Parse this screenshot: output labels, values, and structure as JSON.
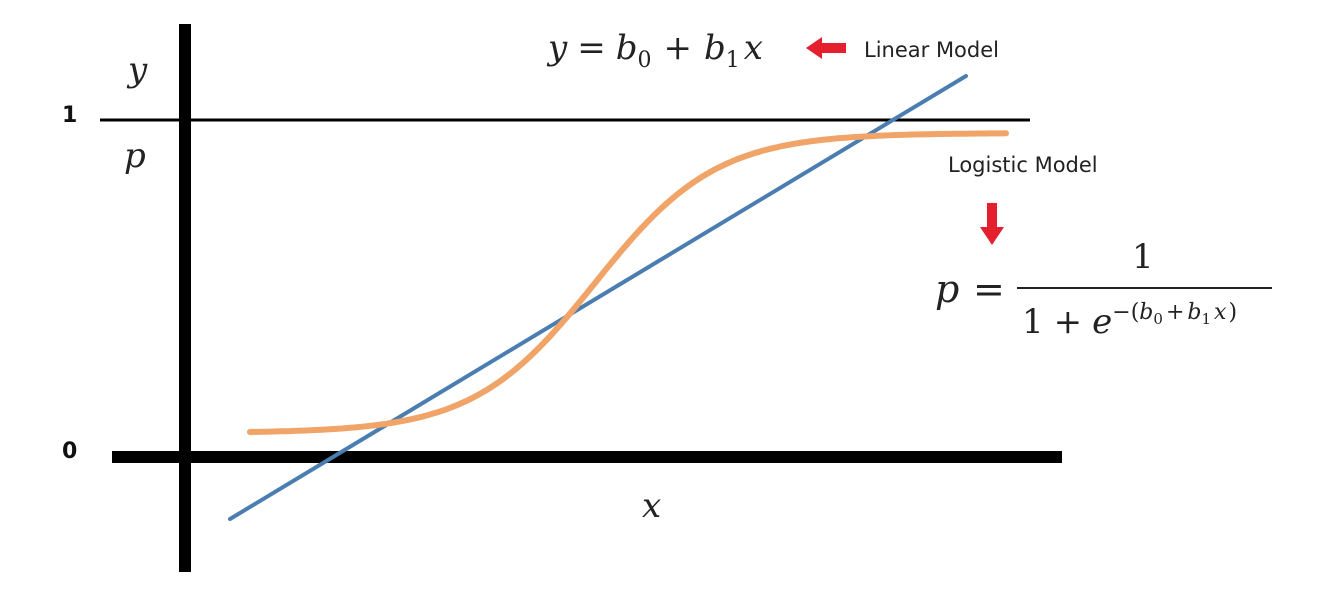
{
  "labels": {
    "y_axis": "y",
    "p_axis": "p",
    "x_axis": "x",
    "tick_one": "1",
    "tick_zero": "0",
    "linear_model": "Linear Model",
    "logistic_model": "Logistic Model"
  },
  "linear_equation": {
    "lhs": "y",
    "eq": "=",
    "b": "b",
    "sub0": "0",
    "plus": "+",
    "sub1": "1",
    "x": "x"
  },
  "logistic_equation": {
    "lhs": "p",
    "eq": "=",
    "numerator": "1",
    "den_one": "1",
    "plus": "+",
    "e": "e",
    "exp_minus": "−(",
    "b": "b",
    "sub0": "0",
    "exp_plus": "+",
    "sub1": "1",
    "x": "x",
    "exp_close": ")"
  },
  "colors": {
    "linear": "#4a7db0",
    "logistic": "#f0a468",
    "arrow": "#e5202e",
    "axes": "#000000"
  }
}
